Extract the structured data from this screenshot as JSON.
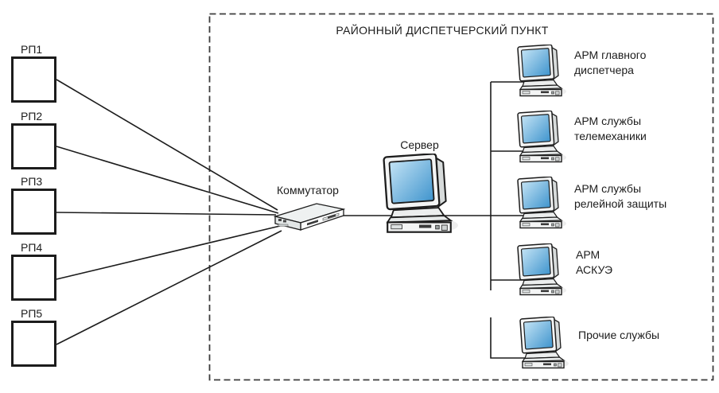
{
  "diagram": {
    "area_title": "РАЙОННЫЙ ДИСПЕТЧЕРСКИЙ ПУНКТ",
    "rp_nodes": [
      {
        "label": "РП1"
      },
      {
        "label": "РП2"
      },
      {
        "label": "РП3"
      },
      {
        "label": "РП4"
      },
      {
        "label": "РП5"
      }
    ],
    "switch": {
      "label": "Коммутатор"
    },
    "server": {
      "label": "Сервер"
    },
    "workstations": [
      {
        "label_line1": "АРМ главного",
        "label_line2": "диспетчера"
      },
      {
        "label_line1": "АРМ службы",
        "label_line2": "телемеханики"
      },
      {
        "label_line1": "АРМ службы",
        "label_line2": "релейной защиты"
      },
      {
        "label_line1": "АРМ",
        "label_line2": "АСКУЭ"
      },
      {
        "label_line1": "Прочие службы"
      }
    ],
    "colors": {
      "outline": "#1c1c1c",
      "wire": "#1c1c1c",
      "screen_light": "#c3e3f5",
      "screen_dark": "#3f94cd",
      "body_fill": "#f4f5f5",
      "body_shade": "#d7dbdb"
    }
  }
}
